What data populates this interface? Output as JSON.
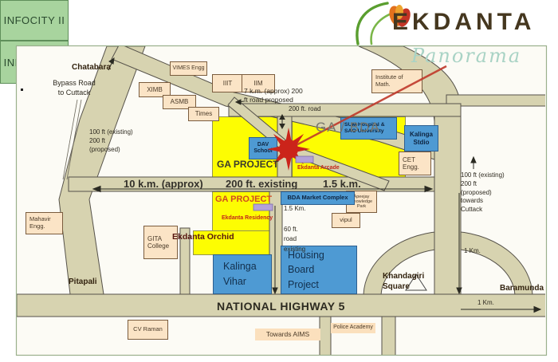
{
  "logo": {
    "brand": "EKDANTA",
    "subtitle": "Panorama"
  },
  "labels": {
    "chatabara": "Chatabara",
    "bypass_road": "Bypass Road\nto Cuttack",
    "left_road_note": "100 ft (existing)\n200 ft\n(proposed)",
    "proposed_road_note": "7 k.m. (approx)  200\nft road proposed",
    "road_200ft": "200 ft. road",
    "ga_bda": "GA / BDA",
    "dist_10km": "10 k.m. (approx)",
    "dist_200ft": "200 ft. existing",
    "dist_1_5km": "1.5 k.m.",
    "pitapali": "Pitapali",
    "nh5": "NATIONAL HIGHWAY 5",
    "khandagiri": "Khandagiri\nSquare",
    "baramunda": "Baramunda",
    "towards_aims": "Towards AIMS",
    "right_road_note": "100 ft (existing)\n200 ft\n(proposed)\ntowards\nCuttack",
    "km1_vertical": "1 Km.",
    "km1_horizontal": "1 Km.",
    "road_60ft_note": "1.5 Km.\n\n60 ft.\nroad\nexisting"
  },
  "boxes": {
    "vimes": "VIMES Engg",
    "iiit": "IIIT",
    "iim": "IIM",
    "ximb": "XIMB",
    "asmb": "ASMB",
    "times": "Times",
    "institute_math": "Institute of\nMath.",
    "sum_hospital": "SUM Hospital &\nSAO University",
    "kalinga_studio": "Kalinga\nStdio",
    "cet": "CET\nEngg.",
    "dav": "DAV\nSchool",
    "mahavir": "Mahavir\nEngg.",
    "gita": "GITA\nCollege",
    "cv_raman": "CV Raman",
    "police_academy": "Police Academy",
    "bda_market": "BDA Market Complex",
    "apeejay": "Apeejay\nKnowledge\nPark",
    "vipul": "vipul",
    "infocity": "INFOCITY II",
    "kalinga_vihar": "Kalinga\nVihar",
    "housing_board": "Housing\nBoard\nProject",
    "ga_project": "GA PROJECT",
    "ekdanta_residency": "Ekdanta Residency",
    "ekdanta_arcade": "Ekdanta Arcade",
    "ekdanta_orchid": "Ekdanta Orchid"
  },
  "colors": {
    "road": "#d7d3b0",
    "yellow": "#fdfd02",
    "blue": "#4e9ad3",
    "green": "#a8d49e",
    "tan": "#fbe4c6",
    "highlight_red": "#c3271b",
    "purple": "#b4a2d8",
    "brand_brown": "#45371f",
    "panorama_teal": "#a9d3c5"
  }
}
